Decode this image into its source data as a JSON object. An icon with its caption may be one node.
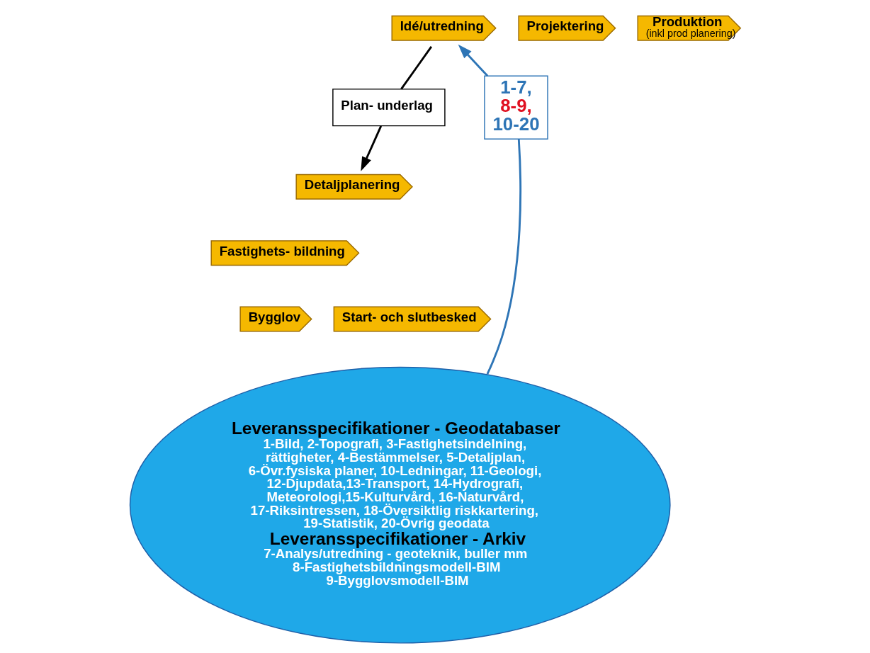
{
  "diagram": {
    "nodes": [
      {
        "text": [
          "Idé/utredning"
        ]
      },
      {
        "text": [
          "Projektering"
        ]
      },
      {
        "text": [
          "Produktion",
          "(inkl prod planering)"
        ]
      },
      {
        "text": [
          "Plan- underlag"
        ]
      },
      {
        "text": [
          "Detaljplanering"
        ]
      },
      {
        "text": [
          "Fastighets- bildning"
        ]
      },
      {
        "text": [
          "Bygglov"
        ]
      },
      {
        "text": [
          "Start- och slutbesked"
        ]
      },
      {
        "text": [
          "Leveransspecifikationer - Geodatabaser",
          "1-Bild, 2-Topografi, 3-Fastighetsindelning, rättigheter, 4-Bestämmelser, 5-Detaljplan, 6-Övr.fysiska planer, 10-Ledningar, 11-Geologi, 12-Djupdata,13-Transport, 14-Hydrografi, Meteorologi,15-Kulturvård, 16-Naturvård, 17-Riksintressen, 18-Översiktlig riskkartering, 19-Statistik, 20-Övrig geodata",
          "Leveransspecifikationer - Arkiv",
          "7-Analys/utredning - geoteknik, buller mm 8-Fastighetsbildningsmodell-BIM 9-Bygglovsmodell-BIM"
        ]
      },
      {
        "text": [
          "1-7,",
          "8-9,",
          "10-20"
        ]
      }
    ],
    "edges": [
      {
        "from": 0,
        "to": 3,
        "arrow": "none"
      },
      {
        "from": 3,
        "to": 4,
        "arrow": "to"
      },
      {
        "from": 8,
        "to": 9,
        "arrow": "none",
        "color": "#2e75b6"
      },
      {
        "from": 9,
        "to": 0,
        "arrow": "to",
        "color": "#2e75b6"
      }
    ]
  }
}
